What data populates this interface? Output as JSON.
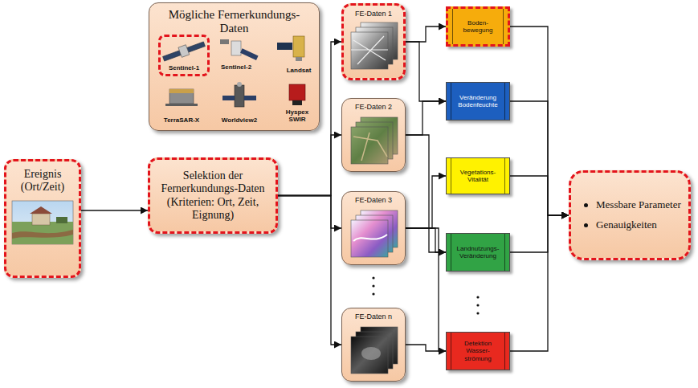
{
  "diagram": {
    "nodes": [
      {
        "text": [
          "Mögliche Fernerkundungs- Daten"
        ]
      },
      {
        "text": [
          "Sentinel-1"
        ],
        "in": 0
      },
      {
        "text": [
          "Ereignis (Ort/Zeit)"
        ]
      },
      {
        "text": [
          "Selektion der Fernerkundungs-Daten (Kriterien: Ort, Zeit, Eignung)"
        ]
      },
      {
        "text": [
          "FE-Daten 1"
        ]
      },
      {
        "text": [
          "FE-Daten 2"
        ]
      },
      {
        "text": [
          "FE-Daten 3"
        ]
      },
      {
        "text": [
          "FE-Daten n"
        ]
      },
      {
        "text": [
          "Boden- bewegung"
        ]
      },
      {
        "text": [
          "Veränderung Bodenfeuchte"
        ]
      },
      {
        "text": [
          "Vegetations- Vitalität"
        ]
      },
      {
        "text": [
          "Landnutzungs- Veränderung"
        ]
      },
      {
        "text": [
          "Detektion Wasser- strömung"
        ]
      },
      {
        "text": [
          "Messbare Parameter",
          "Genauigkeiten"
        ]
      }
    ],
    "edges": [
      {
        "from": 2,
        "to": 3,
        "arrow": "to"
      },
      {
        "from": 3,
        "to": 4,
        "arrow": "to"
      },
      {
        "from": 3,
        "to": 5,
        "arrow": "to"
      },
      {
        "from": 3,
        "to": 6,
        "arrow": "to"
      },
      {
        "from": 3,
        "to": 7,
        "arrow": "to"
      },
      {
        "from": 4,
        "to": 8,
        "arrow": "to"
      },
      {
        "from": 4,
        "to": 9,
        "arrow": "to"
      },
      {
        "from": 5,
        "to": 9,
        "arrow": "to"
      },
      {
        "from": 5,
        "to": 11,
        "arrow": "to"
      },
      {
        "from": 6,
        "to": 10,
        "arrow": "to"
      },
      {
        "from": 6,
        "to": 11,
        "arrow": "to"
      },
      {
        "from": 6,
        "to": 12,
        "arrow": "to"
      },
      {
        "from": 7,
        "to": 12,
        "arrow": "to"
      },
      {
        "from": 8,
        "to": 13,
        "arrow": "to"
      },
      {
        "from": 9,
        "to": 13,
        "arrow": "to"
      },
      {
        "from": 10,
        "to": 13,
        "arrow": "to"
      },
      {
        "from": 11,
        "to": 13,
        "arrow": "to"
      },
      {
        "from": 12,
        "to": 13,
        "arrow": "to"
      }
    ],
    "labels": [
      "Sentinel-2",
      "Landsat",
      "TerraSAR-X",
      "Worldview2",
      "Hyspex SWIR"
    ]
  }
}
